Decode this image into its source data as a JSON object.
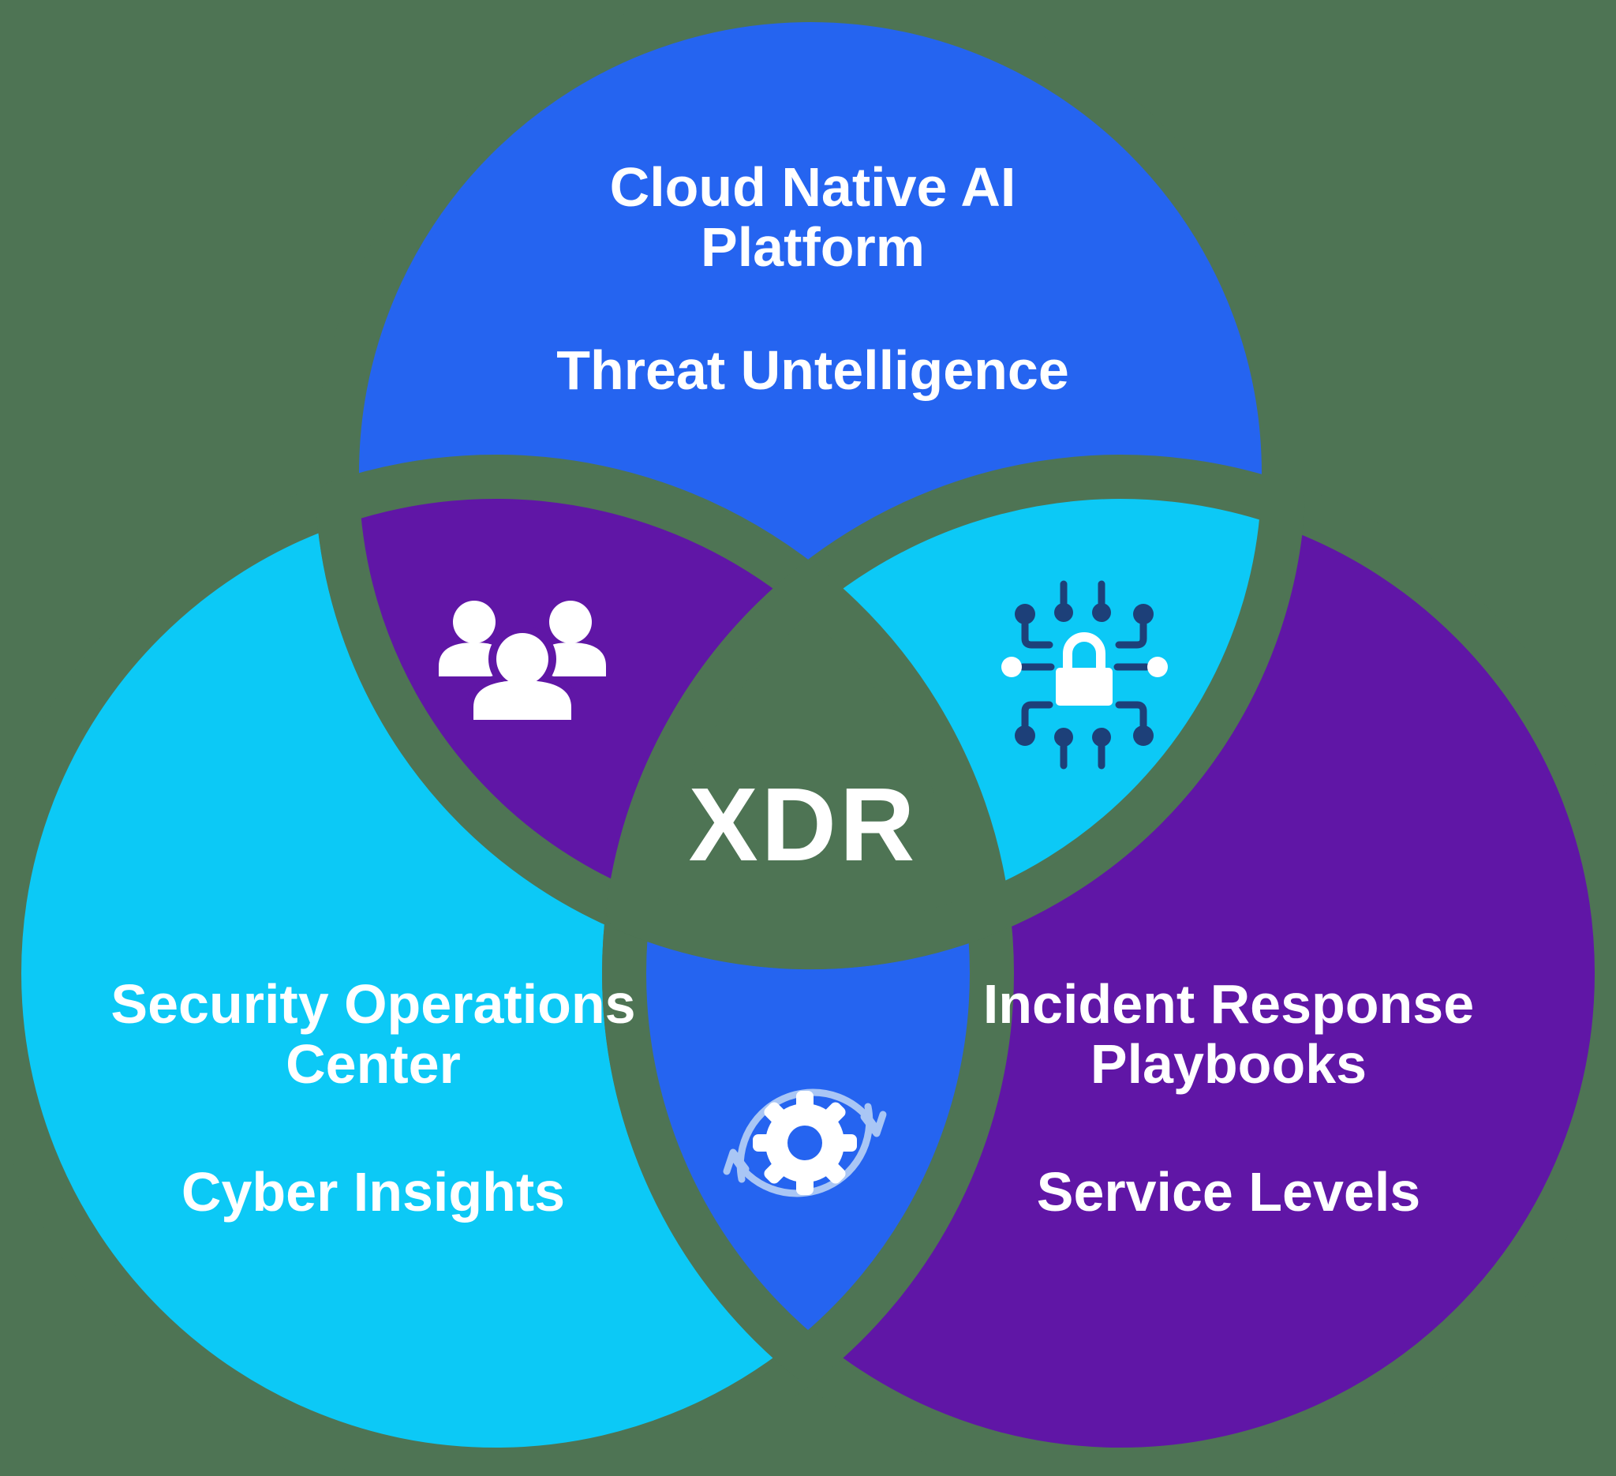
{
  "diagram_title": "XDR",
  "colors": {
    "background": "#4E7454",
    "blue": "#2564F0",
    "cyan": "#0CC9F6",
    "purple": "#6016A6",
    "navy": "#1D4079",
    "light_blue": "#A9C6F5",
    "white": "#FFFFFF"
  },
  "circles": {
    "top": {
      "label_lines": [
        "Cloud Native AI",
        "Platform"
      ],
      "sublabel": "Threat Untelligence",
      "color": "#2564F0"
    },
    "bottom_left": {
      "label_lines": [
        "Security Operations",
        "Center"
      ],
      "sublabel": "Cyber Insights",
      "color": "#0CC9F6"
    },
    "bottom_right": {
      "label_lines": [
        "Incident Response",
        "Playbooks"
      ],
      "sublabel": "Service Levels",
      "color": "#6016A6"
    }
  },
  "overlaps": {
    "top_left": {
      "icon": "people-group-icon",
      "color": "#6016A6"
    },
    "top_right": {
      "icon": "circuit-lock-icon",
      "color": "#0CC9F6"
    },
    "bottom": {
      "icon": "sync-gear-icon",
      "color": "#2564F0"
    },
    "center": {
      "label": "XDR",
      "color": "#4E7454"
    }
  }
}
